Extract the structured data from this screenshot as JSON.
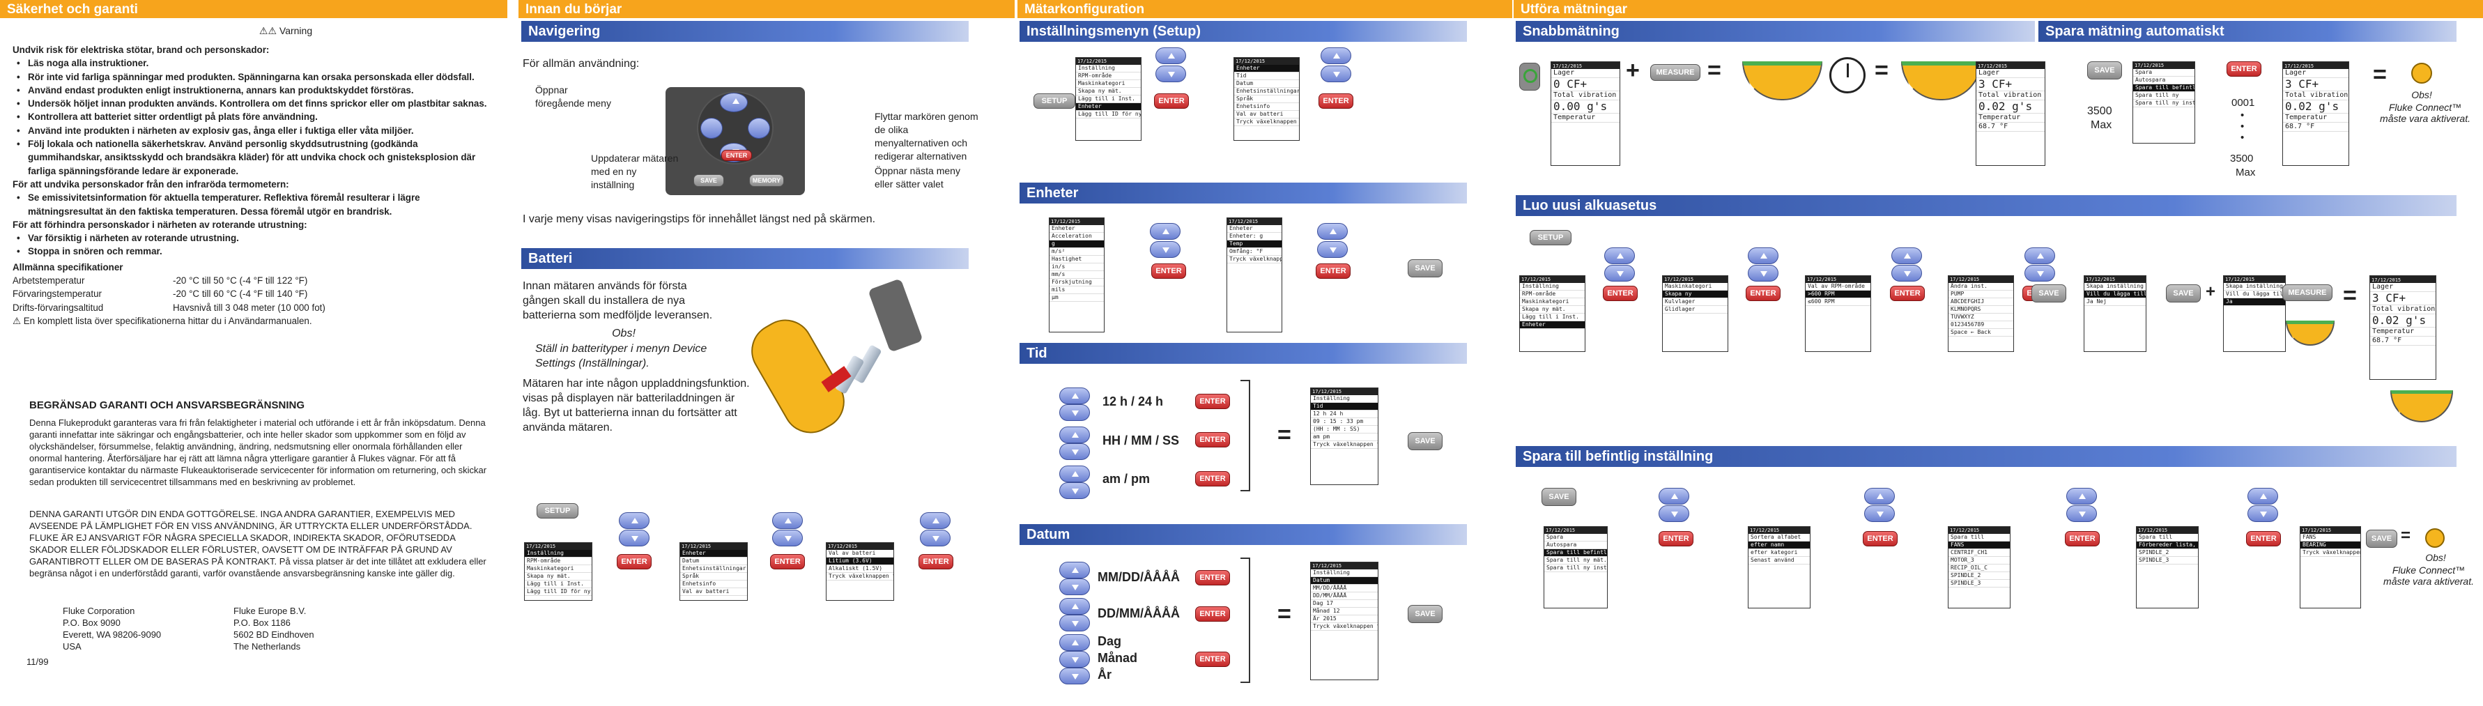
{
  "col1": {
    "header": "Säkerhet och garanti",
    "warning_title": "Varning",
    "intro": "Undvik risk för elektriska stötar, brand och personskador:",
    "bullets1": [
      "Läs noga alla instruktioner.",
      "Rör inte vid farliga spänningar med produkten. Spänningarna kan orsaka personskada eller dödsfall.",
      "Använd endast produkten enligt instruktionerna, annars kan produktskyddet förstöras.",
      "Undersök höljet innan produkten används. Kontrollera om det finns sprickor eller om plastbitar saknas.",
      "Kontrollera att batteriet sitter ordentligt på plats före användning.",
      "Använd inte produkten i närheten av explosiv gas, ånga eller i fuktiga eller våta miljöer.",
      "Följ lokala och nationella säkerhetskrav. Använd personlig skyddsutrustning (godkända gummihandskar, ansiktsskydd och brandsäkra kläder) för att undvika chock och gnisteksplosion där farliga spänningsförande ledare är exponerade."
    ],
    "thermo_intro": "För att undvika personskador från den infraröda termometern:",
    "bullets2": [
      "Se emissivitetsinformation för aktuella temperaturer. Reflektiva föremål resulterar i lägre mätningsresultat än den faktiska temperaturen. Dessa föremål utgör en brandrisk."
    ],
    "rot_intro": "För att förhindra personskador i närheten av roterande utrustning:",
    "bullets3": [
      "Var försiktig i närheten av roterande utrustning.",
      "Stoppa in snören och remmar."
    ],
    "spec_title": "Allmänna specifikationer",
    "specs": [
      {
        "k": "Arbetstemperatur",
        "v": "-20 °C till 50 °C (-4 °F till 122 °F)"
      },
      {
        "k": "Förvaringstemperatur",
        "v": "-20 °C till 60 °C (-4 °F till 140 °F)"
      },
      {
        "k": "Drifts-förvaringsaltitud",
        "v": "Havsnivå till 3 048 meter (10 000 fot)"
      }
    ],
    "spec_note": "En komplett lista över specifikationerna hittar du i Användarmanualen.",
    "warranty_title": "BEGRÄNSAD GARANTI OCH ANSVARSBEGRÄNSNING",
    "warranty_p1": "Denna Flukeprodukt garanteras vara fri från felaktigheter i material och utförande i ett år från inköpsdatum. Denna garanti innefattar inte säkringar och engångsbatterier, och inte heller skador som uppkommer som en följd av olyckshändelser, försummelse, felaktig användning, ändring, nedsmutsning eller onormala förhållanden eller onormal hantering. Återförsäljare har ej rätt att lämna några ytterligare garantier å Flukes vägnar. För att få garantiservice kontaktar du närmaste Flukeauktoriserade servicecenter för information om returnering, och skickar sedan produkten till servicecentret tillsammans med en beskrivning av problemet.",
    "warranty_p2": "DENNA GARANTI UTGÖR DIN ENDA GOTTGÖRELSE. INGA ANDRA GARANTIER, EXEMPELVIS MED AVSEENDE PÅ LÄMPLIGHET FÖR EN VISS ANVÄNDNING, ÄR UTTRYCKTA ELLER UNDERFÖRSTÅDDA. FLUKE ÄR EJ ANSVARIGT FÖR NÅGRA SPECIELLA SKADOR, INDIREKTA SKADOR, OFÖRUTSEDDA SKADOR ELLER FÖLJDSKADOR ELLER FÖRLUSTER, OAVSETT OM DE INTRÄFFAR PÅ GRUND AV GARANTIBROTT ELLER OM DE BASERAS PÅ KONTRAKT. På vissa platser är det inte tillåtet att exkludera eller begränsa något i en underförstådd garanti, varför ovanstående ansvarsbegränsning kanske inte gäller dig.",
    "addr1": [
      "Fluke Corporation",
      "P.O. Box 9090",
      "Everett, WA 98206-9090",
      "USA"
    ],
    "addr2": [
      "Fluke Europe B.V.",
      "P.O. Box 1186",
      "5602 BD Eindhoven",
      "The Netherlands"
    ],
    "page": "11/99"
  },
  "col2": {
    "header": "Innan du börjar",
    "nav_title": "Navigering",
    "nav_intro": "För allmän användning:",
    "nav_left1": "Öppnar föregående meny",
    "nav_left2": "Uppdaterar mätaren med en ny inställning",
    "nav_right1": "Flyttar markören genom de olika menyalternativen och redigerar alternativen",
    "nav_right2": "Öppnar nästa meny eller sätter valet",
    "nav_tip": "I varje meny visas navigeringstips för innehållet längst ned på skärmen.",
    "battery_title": "Batteri",
    "battery_p1": "Innan mätaren används för första gången skall du installera de nya batterierna som medföljde leveransen.",
    "obs": "Obs!",
    "battery_note": "Ställ in batterityper i menyn Device Settings (Inställningar).",
    "battery_p2": "Mätaren har inte någon uppladdningsfunktion. visas på displayen när batteriladdningen är låg. Byt ut batterierna innan du fortsätter att använda mätaren."
  },
  "col3": {
    "header": "Mätarkonfiguration",
    "setup_title": "Inställningsmenyn (Setup)",
    "units_title": "Enheter",
    "time_title": "Tid",
    "time_labels": [
      "12 h / 24 h",
      "HH / MM / SS",
      "am / pm"
    ],
    "date_title": "Datum",
    "date_labels": [
      "MM/DD/ÅÅÅÅ",
      "DD/MM/ÅÅÅÅ",
      "Dag",
      "Månad",
      "År"
    ]
  },
  "col4": {
    "header": "Utföra mätningar",
    "snap_title": "Snabbmätning",
    "auto_title": "Spara mätning automatiskt",
    "auto_counts": [
      "3500",
      "Max",
      "0001",
      "3500",
      "Max"
    ],
    "auto_obs": "Obs!",
    "auto_note": "Fluke Connect™ måste vara aktiverat.",
    "new_title": "Luo uusi alkuasetus",
    "existing_title": "Spara till befintlig inställning",
    "exist_obs": "Obs!",
    "exist_note": "Fluke Connect™ måste vara aktiverat."
  },
  "buttons": {
    "setup": "SETUP",
    "enter": "ENTER",
    "save": "SAVE",
    "measure": "MEASURE",
    "memory": "MEMORY"
  },
  "menu": [
    "Inställning",
    "RPM-område",
    "Maskinkategori",
    "Skapa ny mät.",
    "Lägg till i Inst.",
    "Enheter"
  ],
  "menu2": [
    "Enheter",
    "Tid",
    "Datum",
    "Enhetsinställningar",
    "Språk",
    "Enhetsinfo",
    "Val av batteri"
  ],
  "screen_hint": "Lägg till ID för ny inst. i Inställningar",
  "screen_hint2": "Tryck växelknappen för föregående meny",
  "meas": {
    "lager": "Lager",
    "val": "0",
    "unit": "CF+",
    "tv": "Total vibration",
    "tvv": "0.00",
    "g": "g's",
    "temp": "Temperatur",
    "tempv": "68.7 °F"
  }
}
